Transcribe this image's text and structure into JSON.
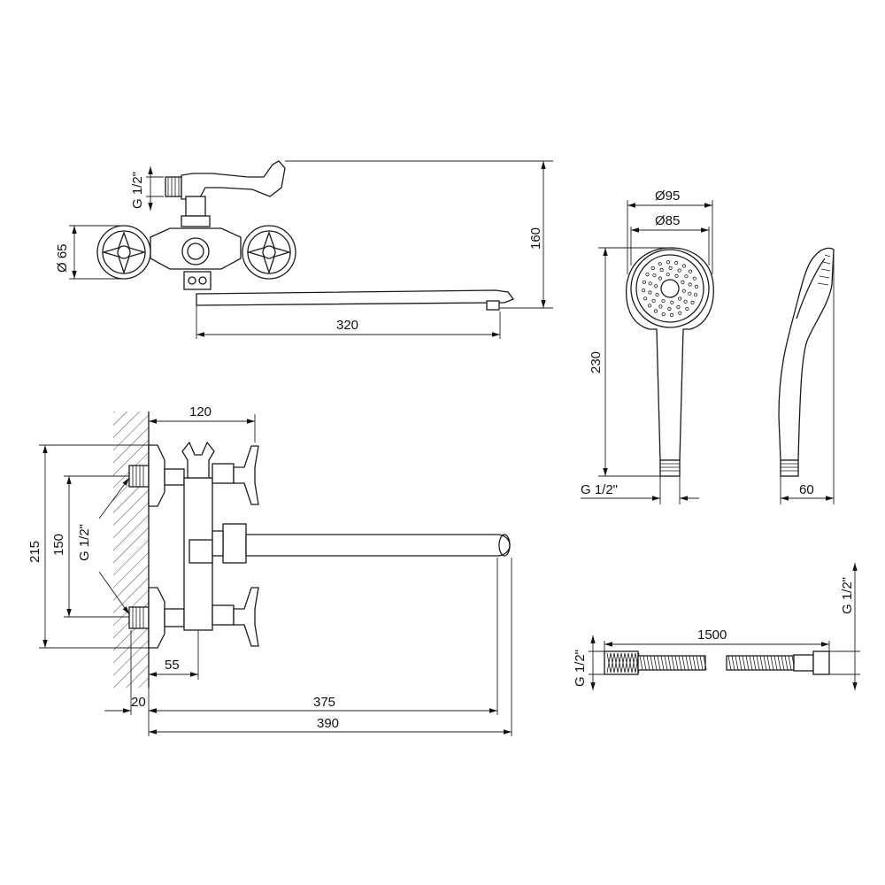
{
  "labels": {
    "top_thread": "G 1/2\"",
    "top_dia": "Ø 65",
    "top_height": "160",
    "top_spout": "320",
    "side_width": "120",
    "side_height_total": "215",
    "side_centers": "150",
    "side_thread": "G 1/2\"",
    "side_offset": "55",
    "side_wall": "20",
    "side_spout_reach": "375",
    "side_total_reach": "390",
    "shower_dia_outer": "Ø95",
    "shower_dia_inner": "Ø85",
    "shower_length": "230",
    "shower_thread": "G 1/2\"",
    "shower_depth": "60",
    "hose_length": "1500",
    "hose_thread_left": "G 1/2\"",
    "hose_thread_right": "G 1/2\""
  }
}
